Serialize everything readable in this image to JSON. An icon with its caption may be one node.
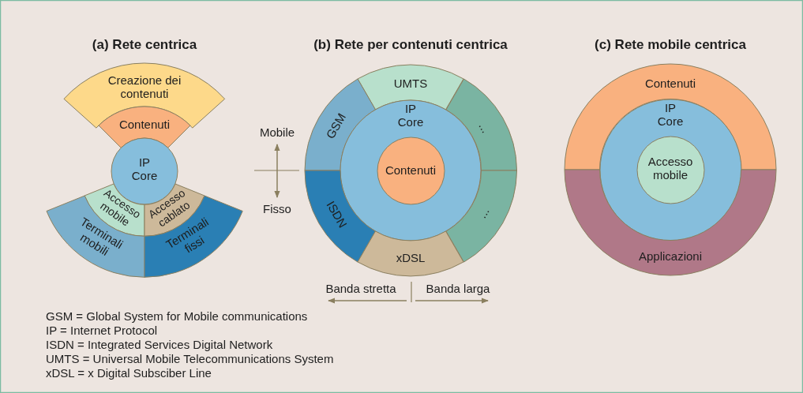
{
  "diagram": {
    "nodes": [
      {
        "text": [
          "Creazione dei contenuti"
        ]
      },
      {
        "text": [
          "Contenuti"
        ]
      },
      {
        "text": [
          "IP Core"
        ]
      },
      {
        "text": [
          "Accesso mobile"
        ]
      },
      {
        "text": [
          "Accesso cablato"
        ]
      },
      {
        "text": [
          "Terminali mobili"
        ]
      },
      {
        "text": [
          "Terminali fissi"
        ]
      },
      {
        "text": [
          "UMTS"
        ]
      },
      {
        "text": [
          "GSM"
        ]
      },
      {
        "text": [
          "IP Core"
        ]
      },
      {
        "text": [
          "Contenuti"
        ],
        "in": 9
      },
      {
        "text": [
          "..."
        ]
      },
      {
        "text": [
          "ISDN"
        ]
      },
      {
        "text": [
          "..."
        ]
      },
      {
        "text": [
          "xDSL"
        ]
      },
      {
        "text": [
          "Contenuti"
        ]
      },
      {
        "text": [
          "IP Core"
        ]
      },
      {
        "text": [
          "Accesso mobile"
        ],
        "in": 16
      },
      {
        "text": [
          "Applicazioni"
        ]
      }
    ],
    "labels": [
      "(a) Rete centrica",
      "(b) Rete per contenuti centrica",
      "(c) Rete mobile centrica",
      "Mobile",
      "Fisso",
      "Banda stretta",
      "Banda larga",
      "GSM = Global System for Mobile communications",
      "IP = Internet Protocol",
      "ISDN = Integrated Services Digital Network",
      "UMTS = Universal Mobile Telecommunications System",
      "xDSL = x Digital Subsciber Line"
    ]
  }
}
